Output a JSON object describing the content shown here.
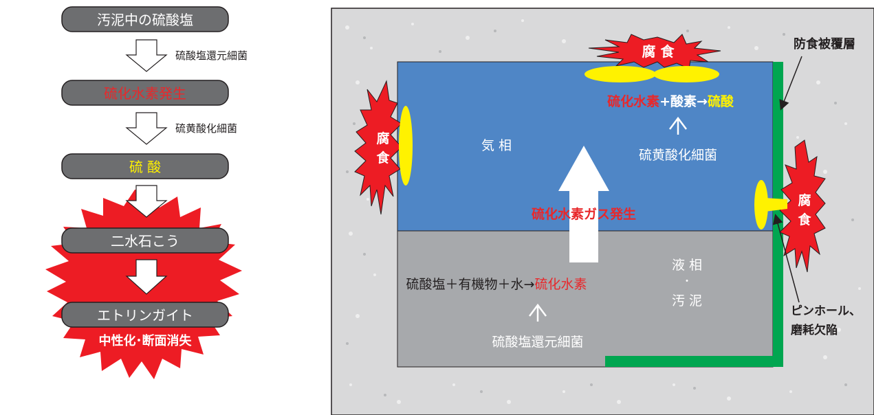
{
  "flow": {
    "step1": "汚泥中の硫酸塩",
    "arrow1_label": "硫酸塩還元細菌",
    "step2": "硫化水素発生",
    "arrow2_label": "硫黄酸化細菌",
    "step3": "硫 酸",
    "step4": "二水石こう",
    "step5": "エトリンガイト",
    "result": "中性化･断面消失"
  },
  "diagram": {
    "corrosion_top": "腐 食",
    "corrosion_left_1": "腐",
    "corrosion_left_2": "食",
    "corrosion_right_1": "腐",
    "corrosion_right_2": "食",
    "gas_reaction": {
      "part1": "硫化水素",
      "part2": "+酸素→",
      "part3": "硫酸"
    },
    "gas_bacteria": "硫黄酸化細菌",
    "gas_phase": "気 相",
    "h2s_generation": "硫化水素ガス発生",
    "liquid_phase_1": "液 相",
    "liquid_phase_2": "・",
    "liquid_phase_3": "汚 泥",
    "liquid_reaction": {
      "part1": "硫酸塩＋有機物＋水→",
      "part2": "硫化水素"
    },
    "liquid_bacteria": "硫酸塩還元細菌",
    "coating_label": "防食被覆層",
    "pinhole_label_1": "ピンホール、",
    "pinhole_label_2": "磨耗欠陥"
  },
  "colors": {
    "box_fill": "#6d6e70",
    "red_text": "#e8282b",
    "yellow_text": "#fff200",
    "burst_red": "#ed1c24",
    "gas_blue": "#4f86c6",
    "liquid_gray": "#a7a9ac",
    "coating_green": "#00a650",
    "concrete": "#d9d9da"
  }
}
